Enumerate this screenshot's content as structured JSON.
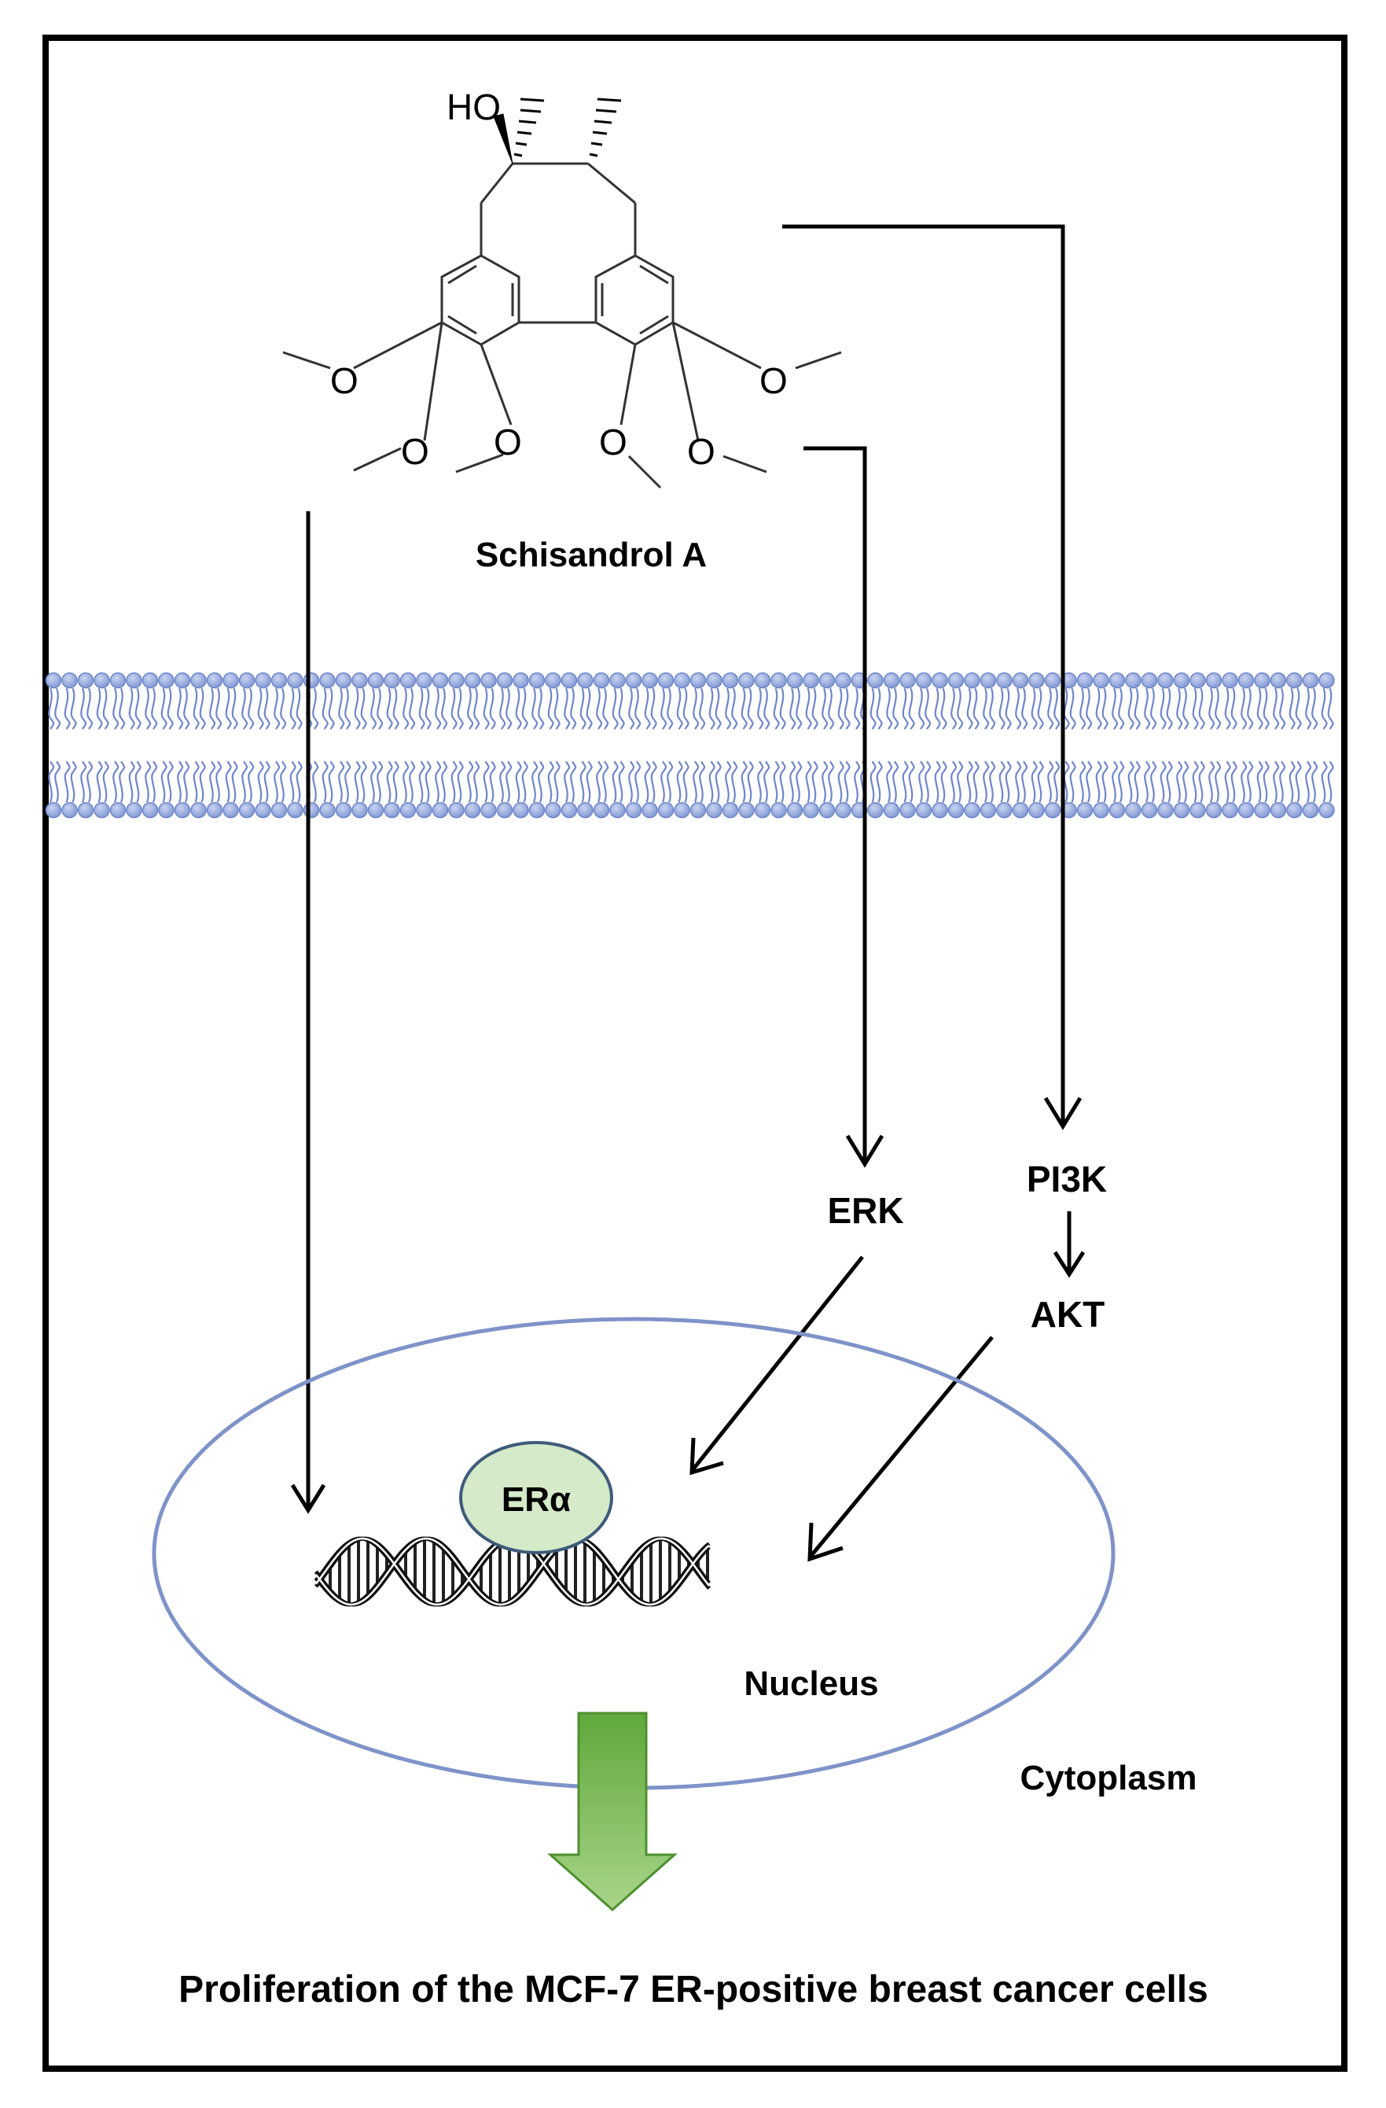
{
  "molecule": {
    "name": "Schisandrol A",
    "hydroxyl_label": "HO",
    "oxygen_label": "O"
  },
  "pathway": {
    "erk": "ERK",
    "pi3k": "PI3K",
    "akt": "AKT"
  },
  "cell": {
    "receptor": "ERα",
    "nucleus": "Nucleus",
    "cytoplasm": "Cytoplasm"
  },
  "outcome": "Proliferation of the MCF-7 ER-positive breast cancer cells",
  "colors": {
    "frame": "#000000",
    "membrane_head": "#8fa3db",
    "membrane_head_stroke": "#6f86c8",
    "nucleus_outline": "#7f93c9",
    "receptor_fill": "#d4eac8",
    "receptor_stroke": "#3f5b7a",
    "outcome_arrow_top": "#5fa83a",
    "outcome_arrow_bottom": "#a9d58a"
  }
}
